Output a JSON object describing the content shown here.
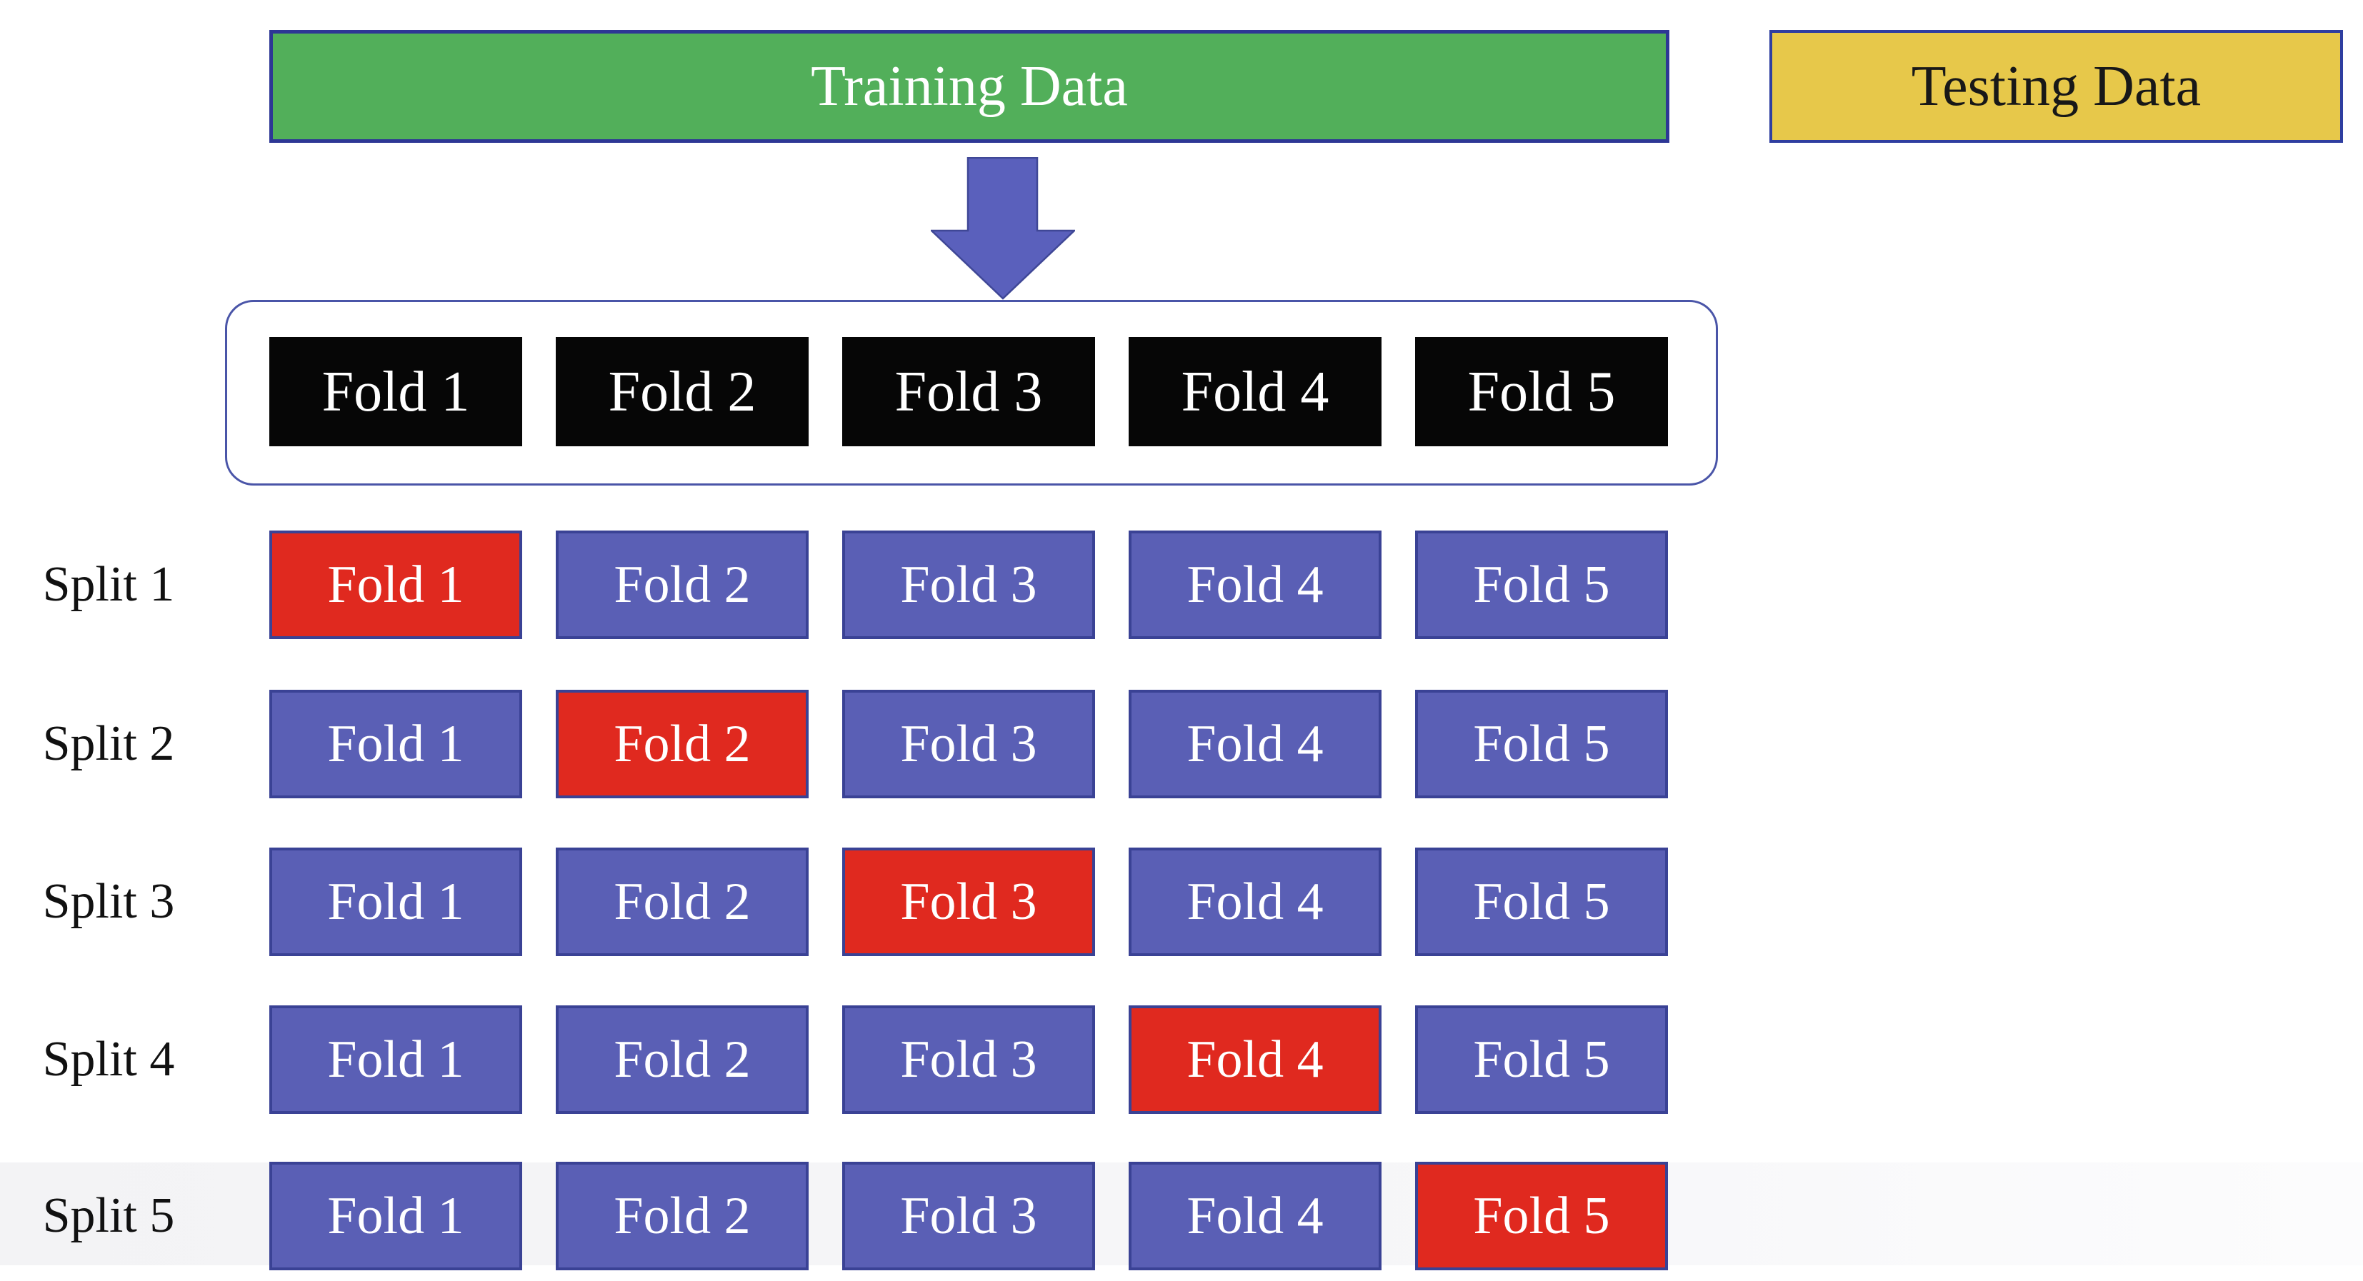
{
  "header": {
    "training_label": "Training Data",
    "testing_label": "Testing Data"
  },
  "icons": {
    "flow_arrow": "down-block-arrow-icon"
  },
  "fold_header": {
    "folds": [
      "Fold 1",
      "Fold 2",
      "Fold 3",
      "Fold 4",
      "Fold 5"
    ]
  },
  "n_folds": 5,
  "n_splits": 5,
  "splits": [
    {
      "label": "Split 1",
      "test_fold_index": 0,
      "folds": [
        "Fold 1",
        "Fold 2",
        "Fold 3",
        "Fold 4",
        "Fold 5"
      ]
    },
    {
      "label": "Split 2",
      "test_fold_index": 1,
      "folds": [
        "Fold 1",
        "Fold 2",
        "Fold 3",
        "Fold 4",
        "Fold 5"
      ]
    },
    {
      "label": "Split 3",
      "test_fold_index": 2,
      "folds": [
        "Fold 1",
        "Fold 2",
        "Fold 3",
        "Fold 4",
        "Fold 5"
      ]
    },
    {
      "label": "Split 4",
      "test_fold_index": 3,
      "folds": [
        "Fold 1",
        "Fold 2",
        "Fold 3",
        "Fold 4",
        "Fold 5"
      ]
    },
    {
      "label": "Split 5",
      "test_fold_index": 4,
      "folds": [
        "Fold 1",
        "Fold 2",
        "Fold 3",
        "Fold 4",
        "Fold 5"
      ]
    }
  ],
  "colors": {
    "training_fill": "#52AF5A",
    "training_border": "#2D3795",
    "training_text": "#FFFFFF",
    "testing_fill": "#E7C84A",
    "testing_border": "#2F3EA0",
    "testing_text": "#181818",
    "panel_border": "#4A55A8",
    "box_border": "#3A4295",
    "train_fold_fill": "#5A5FB5",
    "test_fold_fill": "#E0291F",
    "fold_header_fill": "#060606",
    "fold_text": "#FFFFFF",
    "arrow_fill": "#5A60BC",
    "arrow_stroke": "#3F4796",
    "label_text": "#111111"
  }
}
